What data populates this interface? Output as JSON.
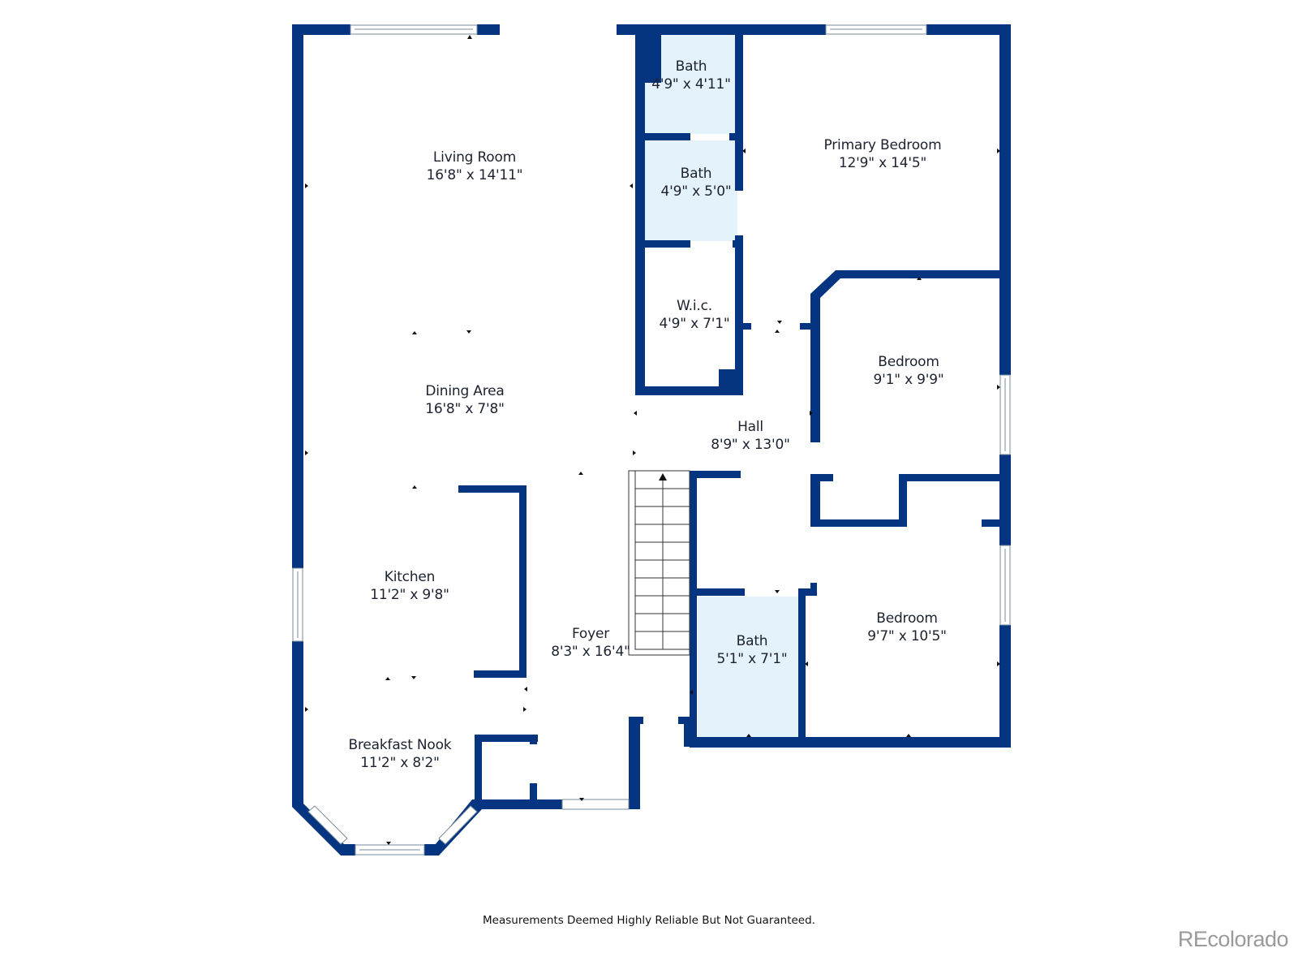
{
  "floor_plan": {
    "wall_color": "#053580",
    "bath_fill_color": "#e4f2fc",
    "rooms": [
      {
        "id": "living-room",
        "name": "Living Room",
        "dims": "16'8\" x 14'11\""
      },
      {
        "id": "bath-1",
        "name": "Bath",
        "dims": "4'9\" x 4'11\""
      },
      {
        "id": "bath-2",
        "name": "Bath",
        "dims": "4'9\" x 5'0\""
      },
      {
        "id": "primary-bedroom",
        "name": "Primary Bedroom",
        "dims": "12'9\" x 14'5\""
      },
      {
        "id": "wic",
        "name": "W.i.c.",
        "dims": "4'9\" x 7'1\""
      },
      {
        "id": "bedroom-1",
        "name": "Bedroom",
        "dims": "9'1\" x 9'9\""
      },
      {
        "id": "dining-area",
        "name": "Dining Area",
        "dims": "16'8\" x 7'8\""
      },
      {
        "id": "hall",
        "name": "Hall",
        "dims": "8'9\" x 13'0\""
      },
      {
        "id": "kitchen",
        "name": "Kitchen",
        "dims": "11'2\" x 9'8\""
      },
      {
        "id": "foyer",
        "name": "Foyer",
        "dims": "8'3\" x 16'4\""
      },
      {
        "id": "bath-3",
        "name": "Bath",
        "dims": "5'1\" x 7'1\""
      },
      {
        "id": "bedroom-2",
        "name": "Bedroom",
        "dims": "9'7\" x 10'5\""
      },
      {
        "id": "breakfast-nook",
        "name": "Breakfast Nook",
        "dims": "11'2\" x 8'2\""
      }
    ]
  },
  "footer": {
    "disclaimer": "Measurements Deemed Highly Reliable But Not Guaranteed."
  },
  "watermark": {
    "text": "REcolorado"
  }
}
